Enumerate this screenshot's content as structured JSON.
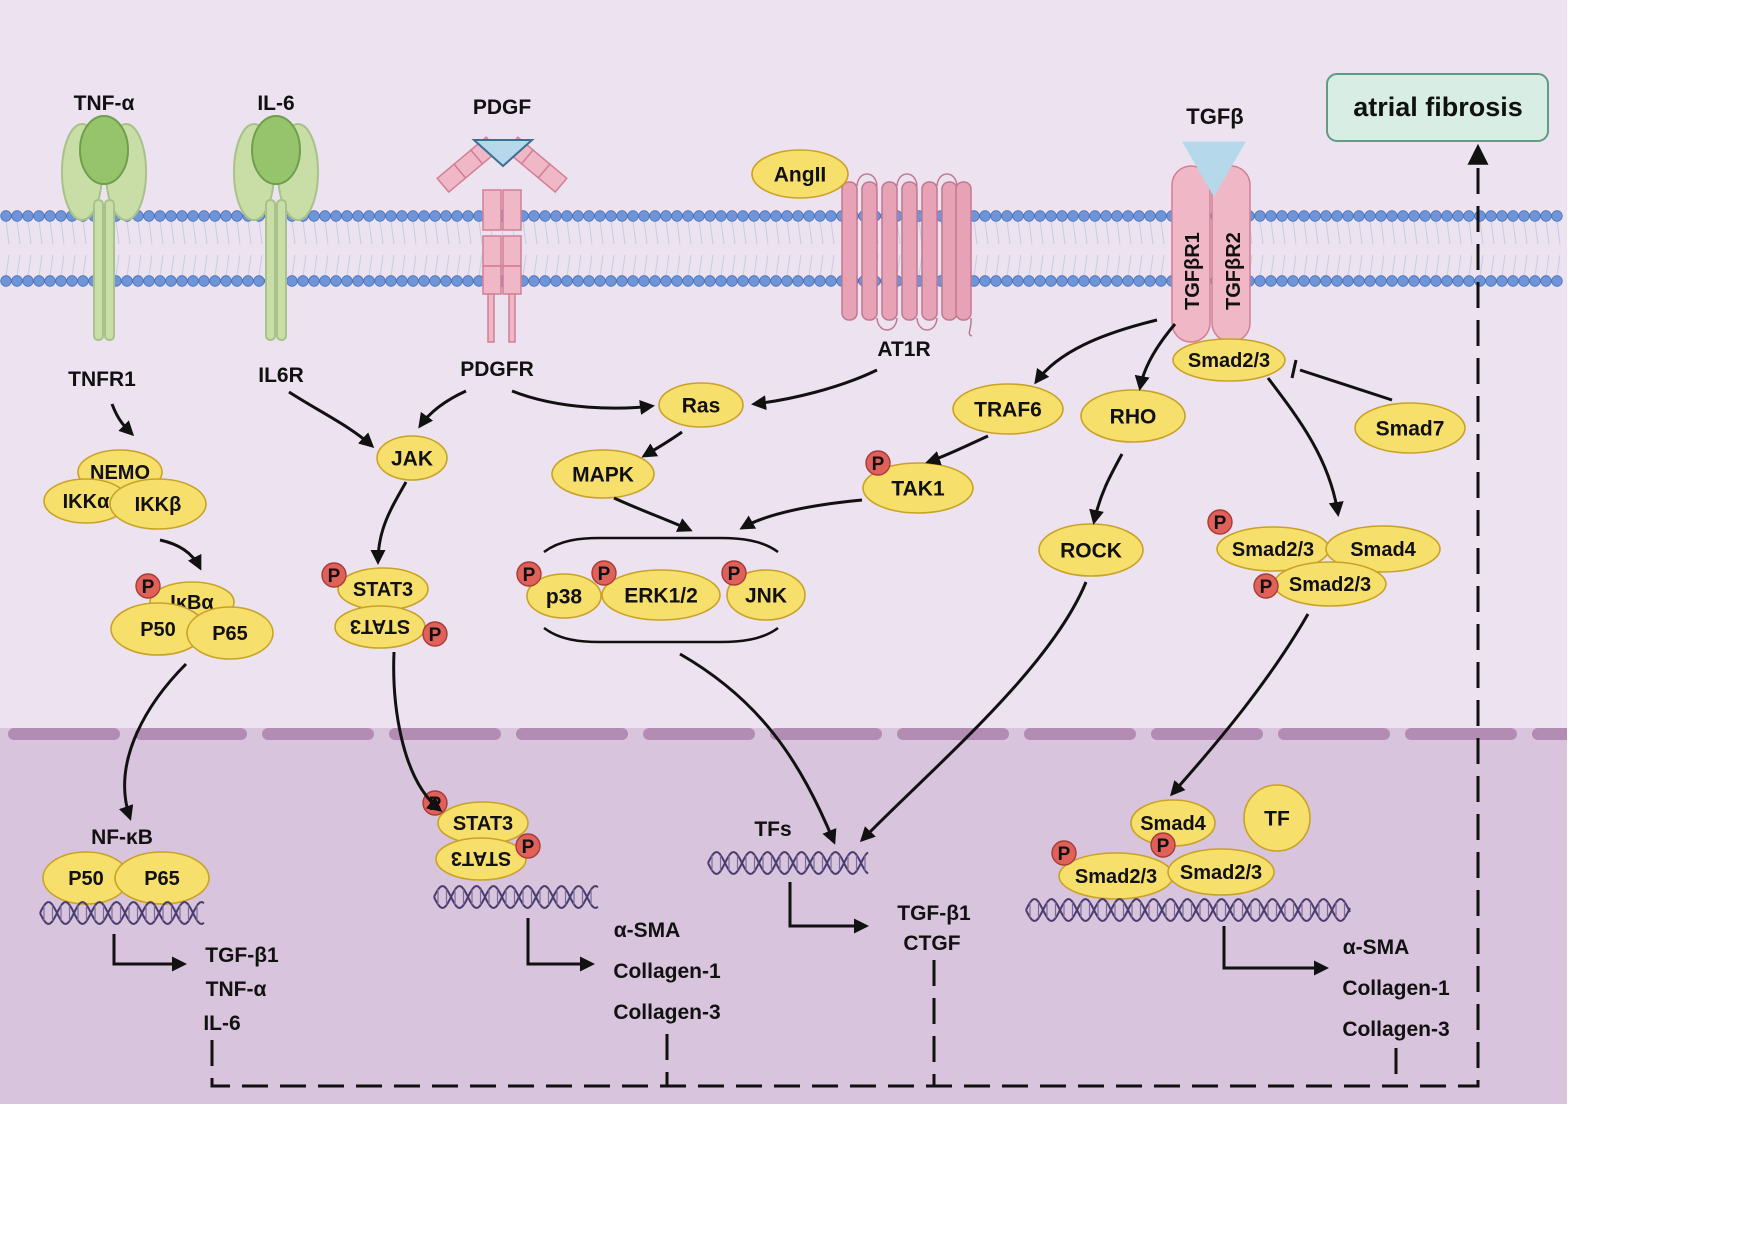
{
  "receptors": {
    "tnf_alpha": "TNF-α",
    "tnfr1": "TNFR1",
    "il6": "IL-6",
    "il6r": "IL6R",
    "pdgf": "PDGF",
    "pdgfr": "PDGFR",
    "ang2": "AngII",
    "at1r": "AT1R",
    "tgfb": "TGFβ",
    "tgfbr1": "TGFβR1",
    "tgfbr2": "TGFβR2"
  },
  "outcome": {
    "label": "atrial fibrosis"
  },
  "phospho_label": "P",
  "cytoplasm": {
    "nemo": "NEMO",
    "ikka": "IKKα",
    "ikkb": "IKKβ",
    "ikba": "IκBα",
    "p50": "P50",
    "p65": "P65",
    "jak": "JAK",
    "stat3": "STAT3",
    "stat3_flipped": "STAT3",
    "ras": "Ras",
    "mapk": "MAPK",
    "p38": "p38",
    "erk": "ERK1/2",
    "jnk": "JNK",
    "traf6": "TRAF6",
    "tak1": "TAK1",
    "rho": "RHO",
    "rock": "ROCK",
    "smad23": "Smad2/3",
    "smad4": "Smad4",
    "smad7": "Smad7"
  },
  "nucleus": {
    "nfkb": "NF-κB",
    "p50": "P50",
    "p65": "P65",
    "stat3": "STAT3",
    "stat3_flipped": "STAT3",
    "tfs": "TFs",
    "smad4": "Smad4",
    "tf": "TF",
    "smad23_a": "Smad2/3",
    "smad23_b": "Smad2/3",
    "targets_nfkb": [
      "TGF-β1",
      "TNF-α",
      "IL-6"
    ],
    "targets_stat3": [
      "α-SMA",
      "Collagen-1",
      "Collagen-3"
    ],
    "targets_tfs": [
      "TGF-β1",
      "CTGF"
    ],
    "targets_smad": [
      "α-SMA",
      "Collagen-1",
      "Collagen-3"
    ]
  },
  "colors": {
    "cytoplasm": "#ede3f0",
    "nucleus": "#d8c4dc",
    "protein": "#f7df6c",
    "protein_stroke": "#c9a227",
    "phospho": "#e0605a",
    "receptor_green": "#c9dea6",
    "ligand_green": "#96c46c",
    "receptor_pink": "#e7a2b6",
    "ligand_blue": "#b5d8ea",
    "outcome_fill": "#d8ede4",
    "outcome_stroke": "#5f9c83"
  }
}
